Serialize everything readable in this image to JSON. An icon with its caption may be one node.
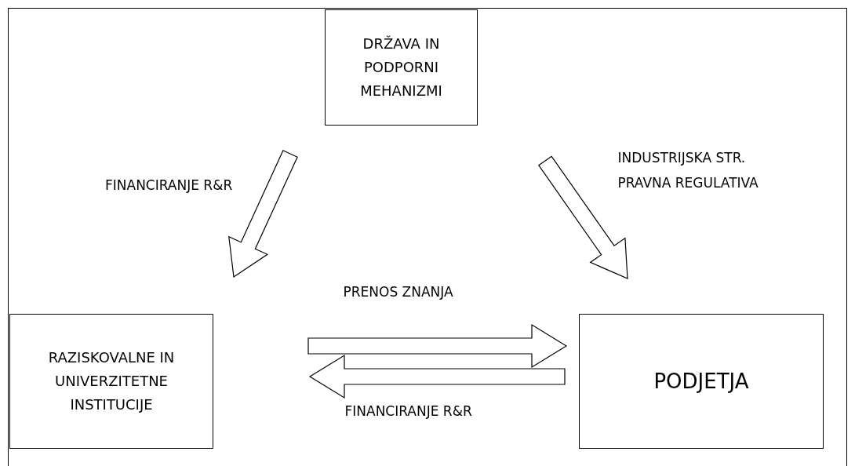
{
  "diagram": {
    "nodes": [
      {
        "text": [
          "DRŽAVA IN PODPORNI MEHANIZMI"
        ]
      },
      {
        "text": [
          "RAZISKOVALNE IN UNIVERZITETNE INSTITUCIJE"
        ]
      },
      {
        "text": [
          "PODJETJA"
        ]
      }
    ],
    "edges": [
      {
        "from": 0,
        "to": 1,
        "arrow": "to",
        "label": "FINANCIRANJE R&R"
      },
      {
        "from": 0,
        "to": 2,
        "arrow": "to",
        "label": "INDUSTRIJSKA STR. PRAVNA REGULATIVA"
      },
      {
        "from": 1,
        "to": 2,
        "arrow": "to",
        "label": "PRENOS ZNANJA"
      },
      {
        "from": 2,
        "to": 1,
        "arrow": "to",
        "label": "FINANCIRANJE R&R"
      }
    ]
  }
}
